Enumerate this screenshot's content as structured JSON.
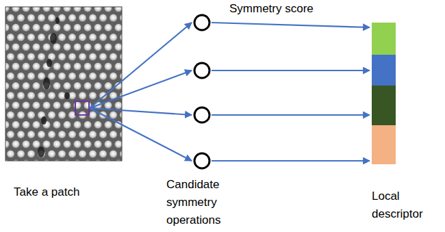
{
  "diagram": {
    "labels": [
      "Symmetry score",
      "Take a patch",
      "Candidate symmetry operations",
      "Local descriptor"
    ]
  }
}
